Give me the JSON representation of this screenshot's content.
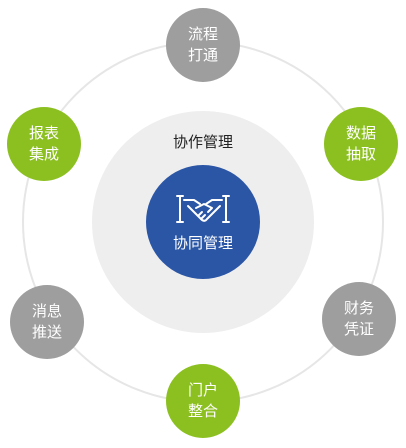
{
  "diagram": {
    "inner_title": "协作管理",
    "hub": {
      "label": "协同管理",
      "icon": "handshake-icon"
    },
    "nodes": [
      {
        "id": "process",
        "label": "流程\n打通",
        "color": "#9e9e9e"
      },
      {
        "id": "data",
        "label": "数据\n抽取",
        "color": "#8cc021"
      },
      {
        "id": "finance",
        "label": "财务\n凭证",
        "color": "#9e9e9e"
      },
      {
        "id": "portal",
        "label": "门户\n整合",
        "color": "#8cc021"
      },
      {
        "id": "message",
        "label": "消息\n推送",
        "color": "#9e9e9e"
      },
      {
        "id": "report",
        "label": "报表\n集成",
        "color": "#8cc021"
      }
    ],
    "colors": {
      "hub": "#2b56a6",
      "gray_node": "#9e9e9e",
      "green_node": "#8cc021",
      "inner_ring": "#eeeeee",
      "outer_ring": "#e6e6e6"
    }
  }
}
